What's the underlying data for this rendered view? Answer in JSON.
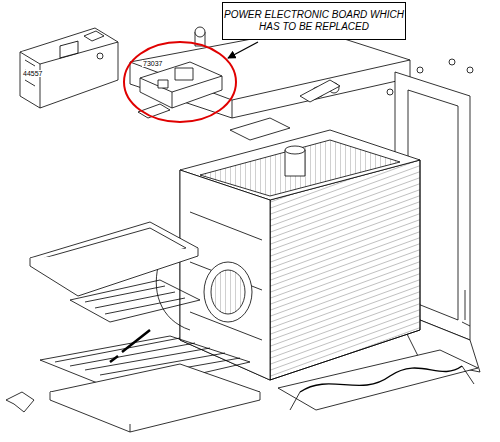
{
  "diagram": {
    "nodes": [
      {
        "text": [
          "POWER ELECTRONIC BOARD WHICH HAS TO BE REPLACED"
        ]
      }
    ],
    "labels": [
      "73037",
      "44557"
    ]
  }
}
